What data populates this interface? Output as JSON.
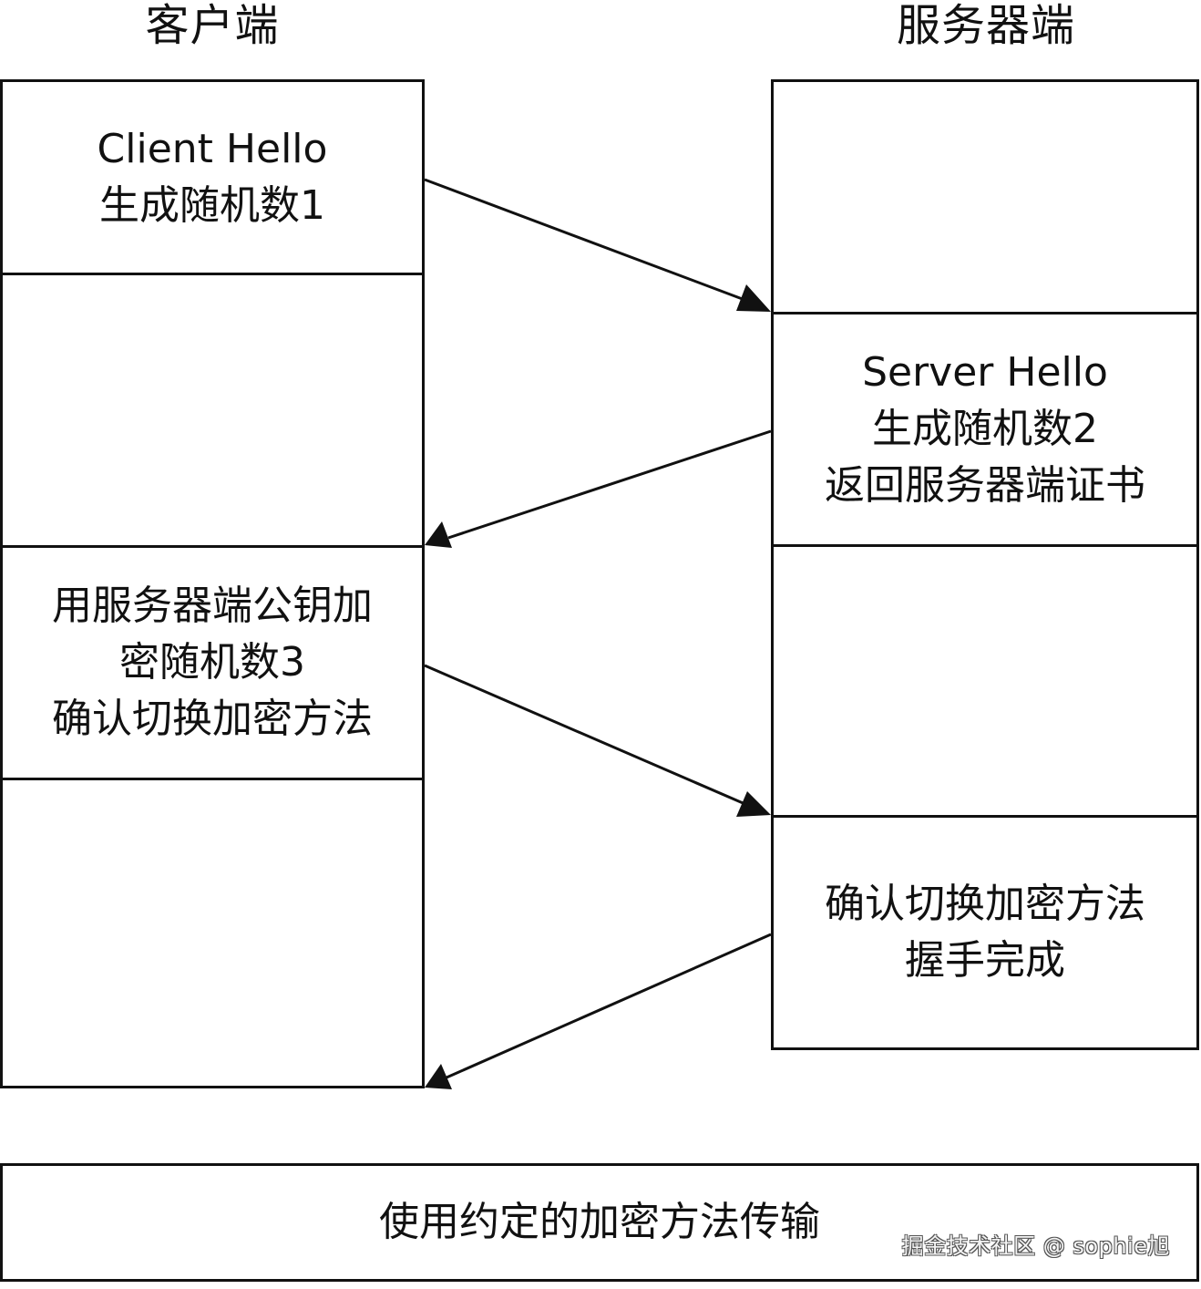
{
  "headers": {
    "client": "客户端",
    "server": "服务器端"
  },
  "client": {
    "step1": [
      "Client Hello",
      "生成随机数1"
    ],
    "step3": [
      "用服务器端公钥加",
      "密随机数3",
      "确认切换加密方法"
    ]
  },
  "server": {
    "step2": [
      "Server Hello",
      "生成随机数2",
      "返回服务器端证书"
    ],
    "step4": [
      "确认切换加密方法",
      "握手完成"
    ]
  },
  "footer": {
    "text": "使用约定的加密方法传输"
  },
  "watermark": "掘金技术社区 @ sophie旭"
}
